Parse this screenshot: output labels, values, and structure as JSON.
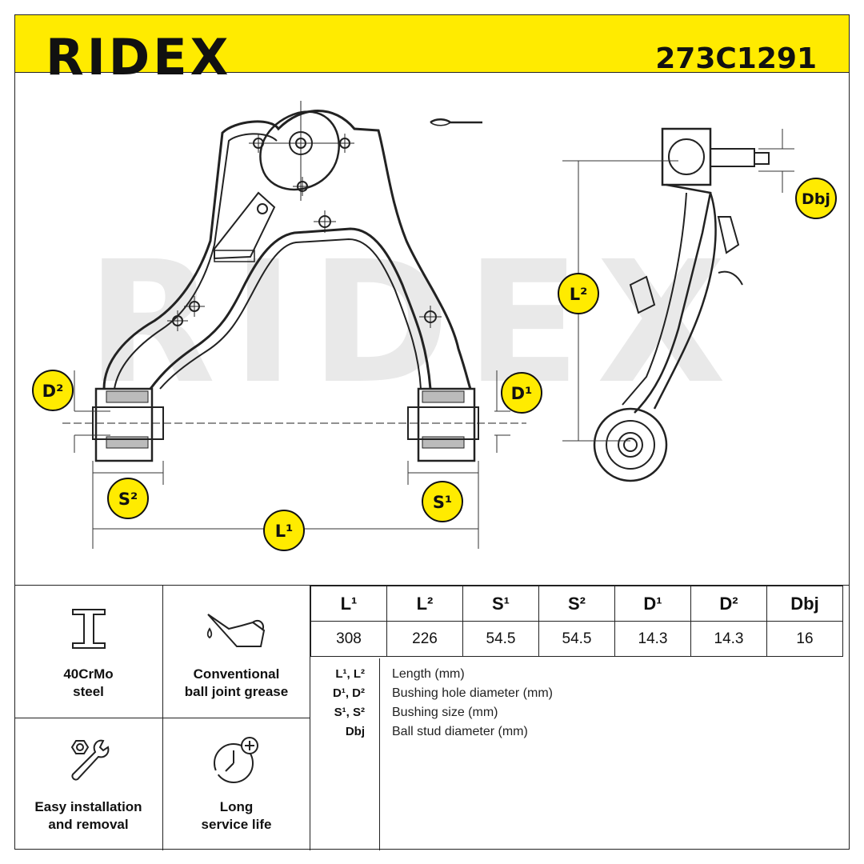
{
  "header": {
    "brand": "RIDEX",
    "part_number": "273C1291"
  },
  "drawing": {
    "watermark": "RIDEX",
    "labels": {
      "d2": "D²",
      "d1": "D¹",
      "s2": "S²",
      "s1": "S¹",
      "l1": "L¹",
      "l2": "L²",
      "dbj": "Dbj"
    }
  },
  "features": [
    {
      "label_line1": "40CrMo",
      "label_line2": "steel",
      "icon": "steel-beam-icon"
    },
    {
      "label_line1": "Conventional",
      "label_line2": "ball joint grease",
      "icon": "grease-oiler-icon"
    },
    {
      "label_line1": "Easy installation",
      "label_line2": "and removal",
      "icon": "wrench-nut-icon"
    },
    {
      "label_line1": "Long",
      "label_line2": "service life",
      "icon": "clock-plus-icon"
    }
  ],
  "dimensions": {
    "headers": [
      "L¹",
      "L²",
      "S¹",
      "S²",
      "D¹",
      "D²",
      "Dbj"
    ],
    "values": [
      "308",
      "226",
      "54.5",
      "54.5",
      "14.3",
      "14.3",
      "16"
    ]
  },
  "legend": [
    {
      "key": "L¹, L²",
      "desc": "Length (mm)"
    },
    {
      "key": "D¹, D²",
      "desc": "Bushing hole diameter (mm)"
    },
    {
      "key": "S¹, S²",
      "desc": "Bushing size (mm)"
    },
    {
      "key": "Dbj",
      "desc": "Ball stud diameter (mm)"
    }
  ],
  "colors": {
    "accent": "#ffeb00",
    "badge": "#111111",
    "line": "#222222"
  }
}
